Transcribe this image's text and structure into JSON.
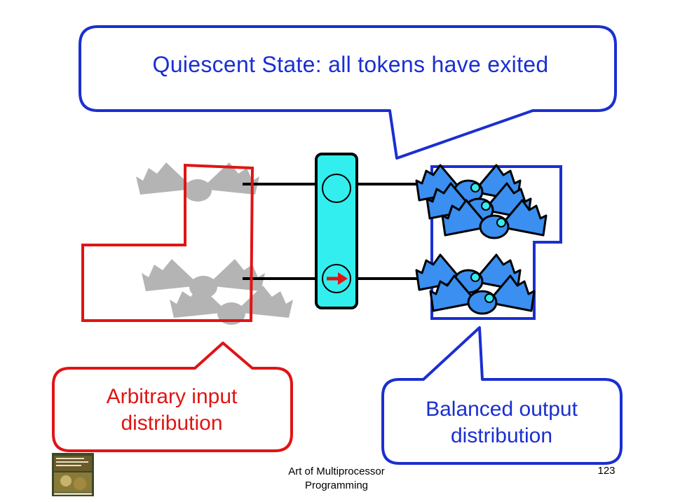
{
  "callouts": {
    "quiescent": "Quiescent State: all tokens have exited",
    "arbitrary_line1": "Arbitrary input",
    "arbitrary_line2": "distribution",
    "balanced_line1": "Balanced output",
    "balanced_line2": "distribution"
  },
  "footer": {
    "title_line1": "Art of Multiprocessor",
    "title_line2": "Programming",
    "page_number": "123"
  },
  "colors": {
    "input_region": "#e01414",
    "output_region": "#1a2fd0",
    "balancer_fill": "#33eeee",
    "output_token": "#3a8ff0",
    "ghost_token": "#b4b4b4"
  }
}
